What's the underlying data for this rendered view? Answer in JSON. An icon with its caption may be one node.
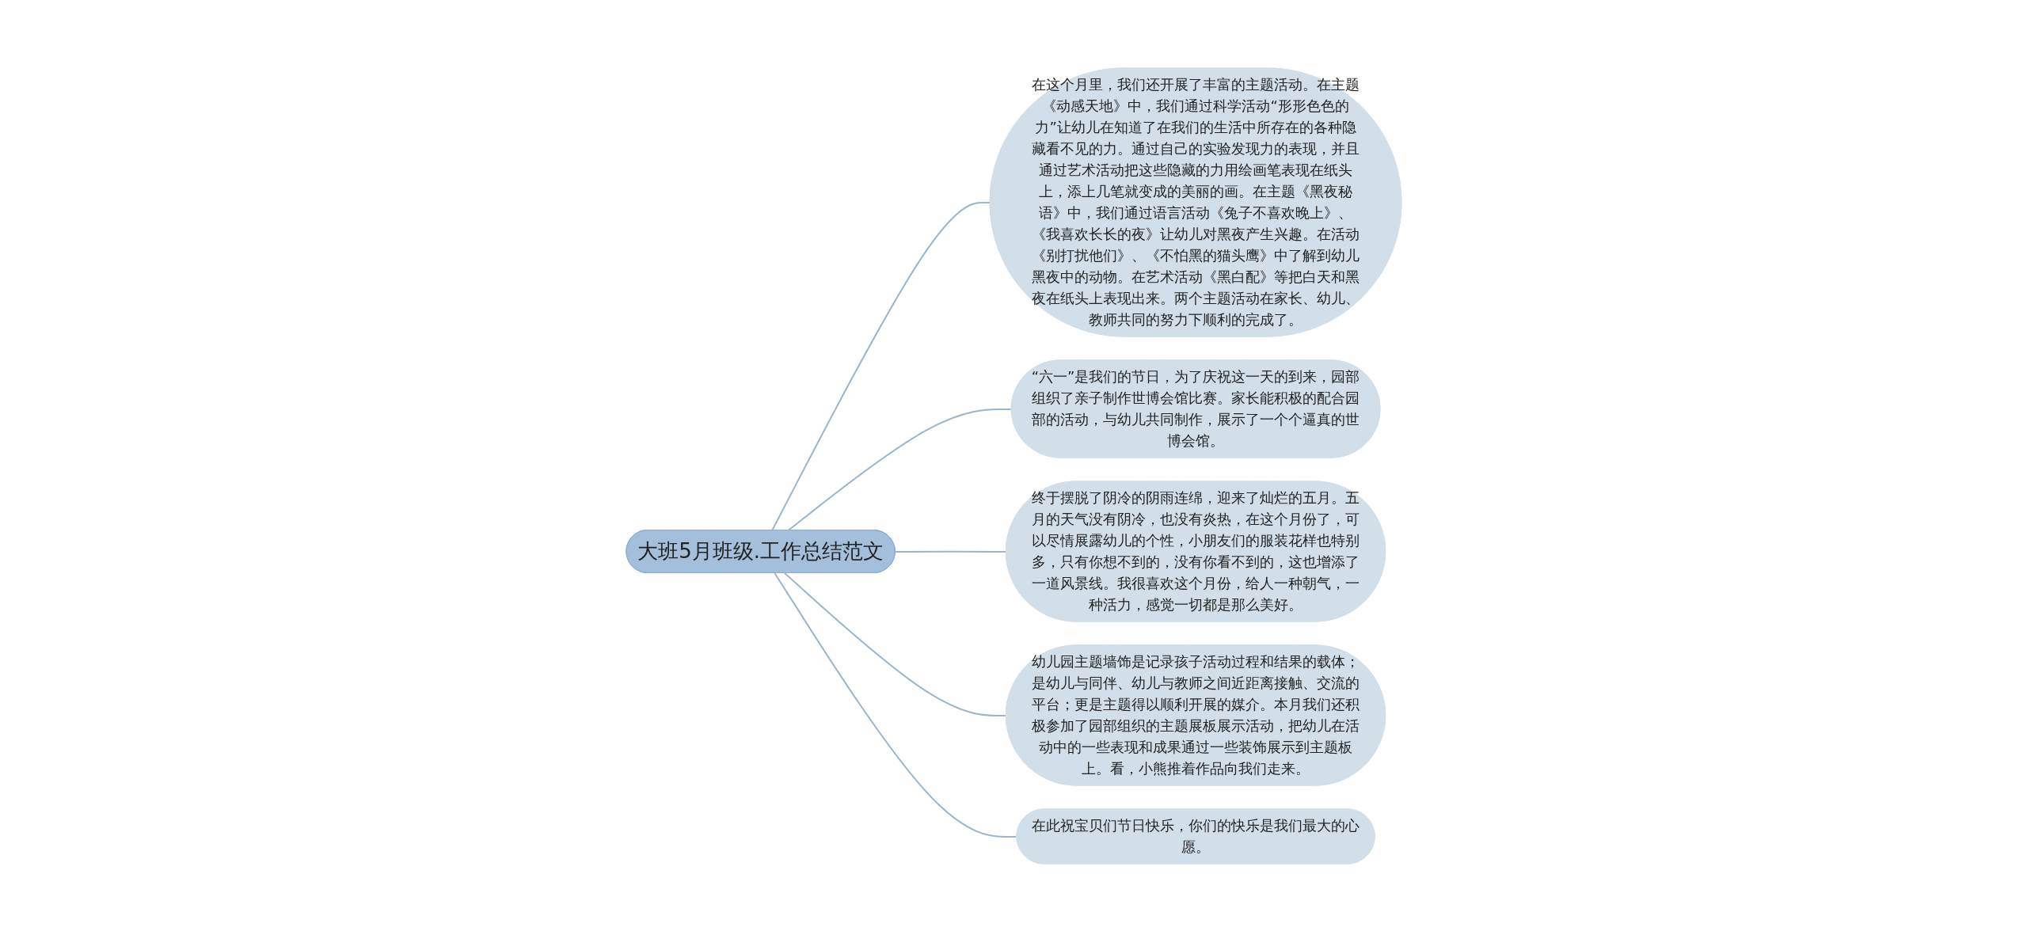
{
  "diagram": {
    "nodes": [
      {
        "text": [
          "大班5月班级.工作总结范文"
        ]
      },
      {
        "text": [
          "在这个月里，我们还开展了丰富的主题活动。在主题《动感天地》中，我们通过科学活动“形形色色的力”让幼儿在知道了在我们的生活中所存在的各种隐藏看不见的力。通过自己的实验发现力的表现，并且通过艺术活动把这些隐藏的力用绘画笔表现在纸头上，添上几笔就变成的美丽的画。在主题《黑夜秘语》中，我们通过语言活动《兔子不喜欢晚上》、《我喜欢长长的夜》让幼儿对黑夜产生兴趣。在活动《别打扰他们》、《不怕黑的猫头鹰》中了解到幼儿黑夜中的动物。在艺术活动《黑白配》等把白天和黑夜在纸头上表现出来。两个主题活动在家长、幼儿、教师共同的努力下顺利的完成了。"
        ]
      },
      {
        "text": [
          "“六一”是我们的节日，为了庆祝这一天的到来，园部组织了亲子制作世博会馆比赛。家长能积极的配合园部的活动，与幼儿共同制作，展示了一个个逼真的世博会馆。"
        ]
      },
      {
        "text": [
          "终于摆脱了阴冷的阴雨连绵，迎来了灿烂的五月。五月的天气没有阴冷，也没有炎热，在这个月份了，可以尽情展露幼儿的个性，小朋友们的服装花样也特别多，只有你想不到的，没有你看不到的，这也增添了一道风景线。我很喜欢这个月份，给人一种朝气，一种活力，感觉一切都是那么美好。"
        ]
      },
      {
        "text": [
          "幼儿园主题墙饰是记录孩子活动过程和结果的载体；是幼儿与同伴、幼儿与教师之间近距离接触、交流的平台；更是主题得以顺利开展的媒介。本月我们还积极参加了园部组织的主题展板展示活动，把幼儿在活动中的一些表现和成果通过一些装饰展示到主题板上。看，小熊推着作品向我们走来。"
        ]
      },
      {
        "text": [
          "在此祝宝贝们节日快乐，你们的快乐是我们最大的心愿。"
        ]
      }
    ],
    "edges": [
      {
        "from": 0,
        "to": 1,
        "arrow": "none"
      },
      {
        "from": 0,
        "to": 2,
        "arrow": "none"
      },
      {
        "from": 0,
        "to": 3,
        "arrow": "none"
      },
      {
        "from": 0,
        "to": 4,
        "arrow": "none"
      },
      {
        "from": 0,
        "to": 5,
        "arrow": "none"
      }
    ]
  }
}
